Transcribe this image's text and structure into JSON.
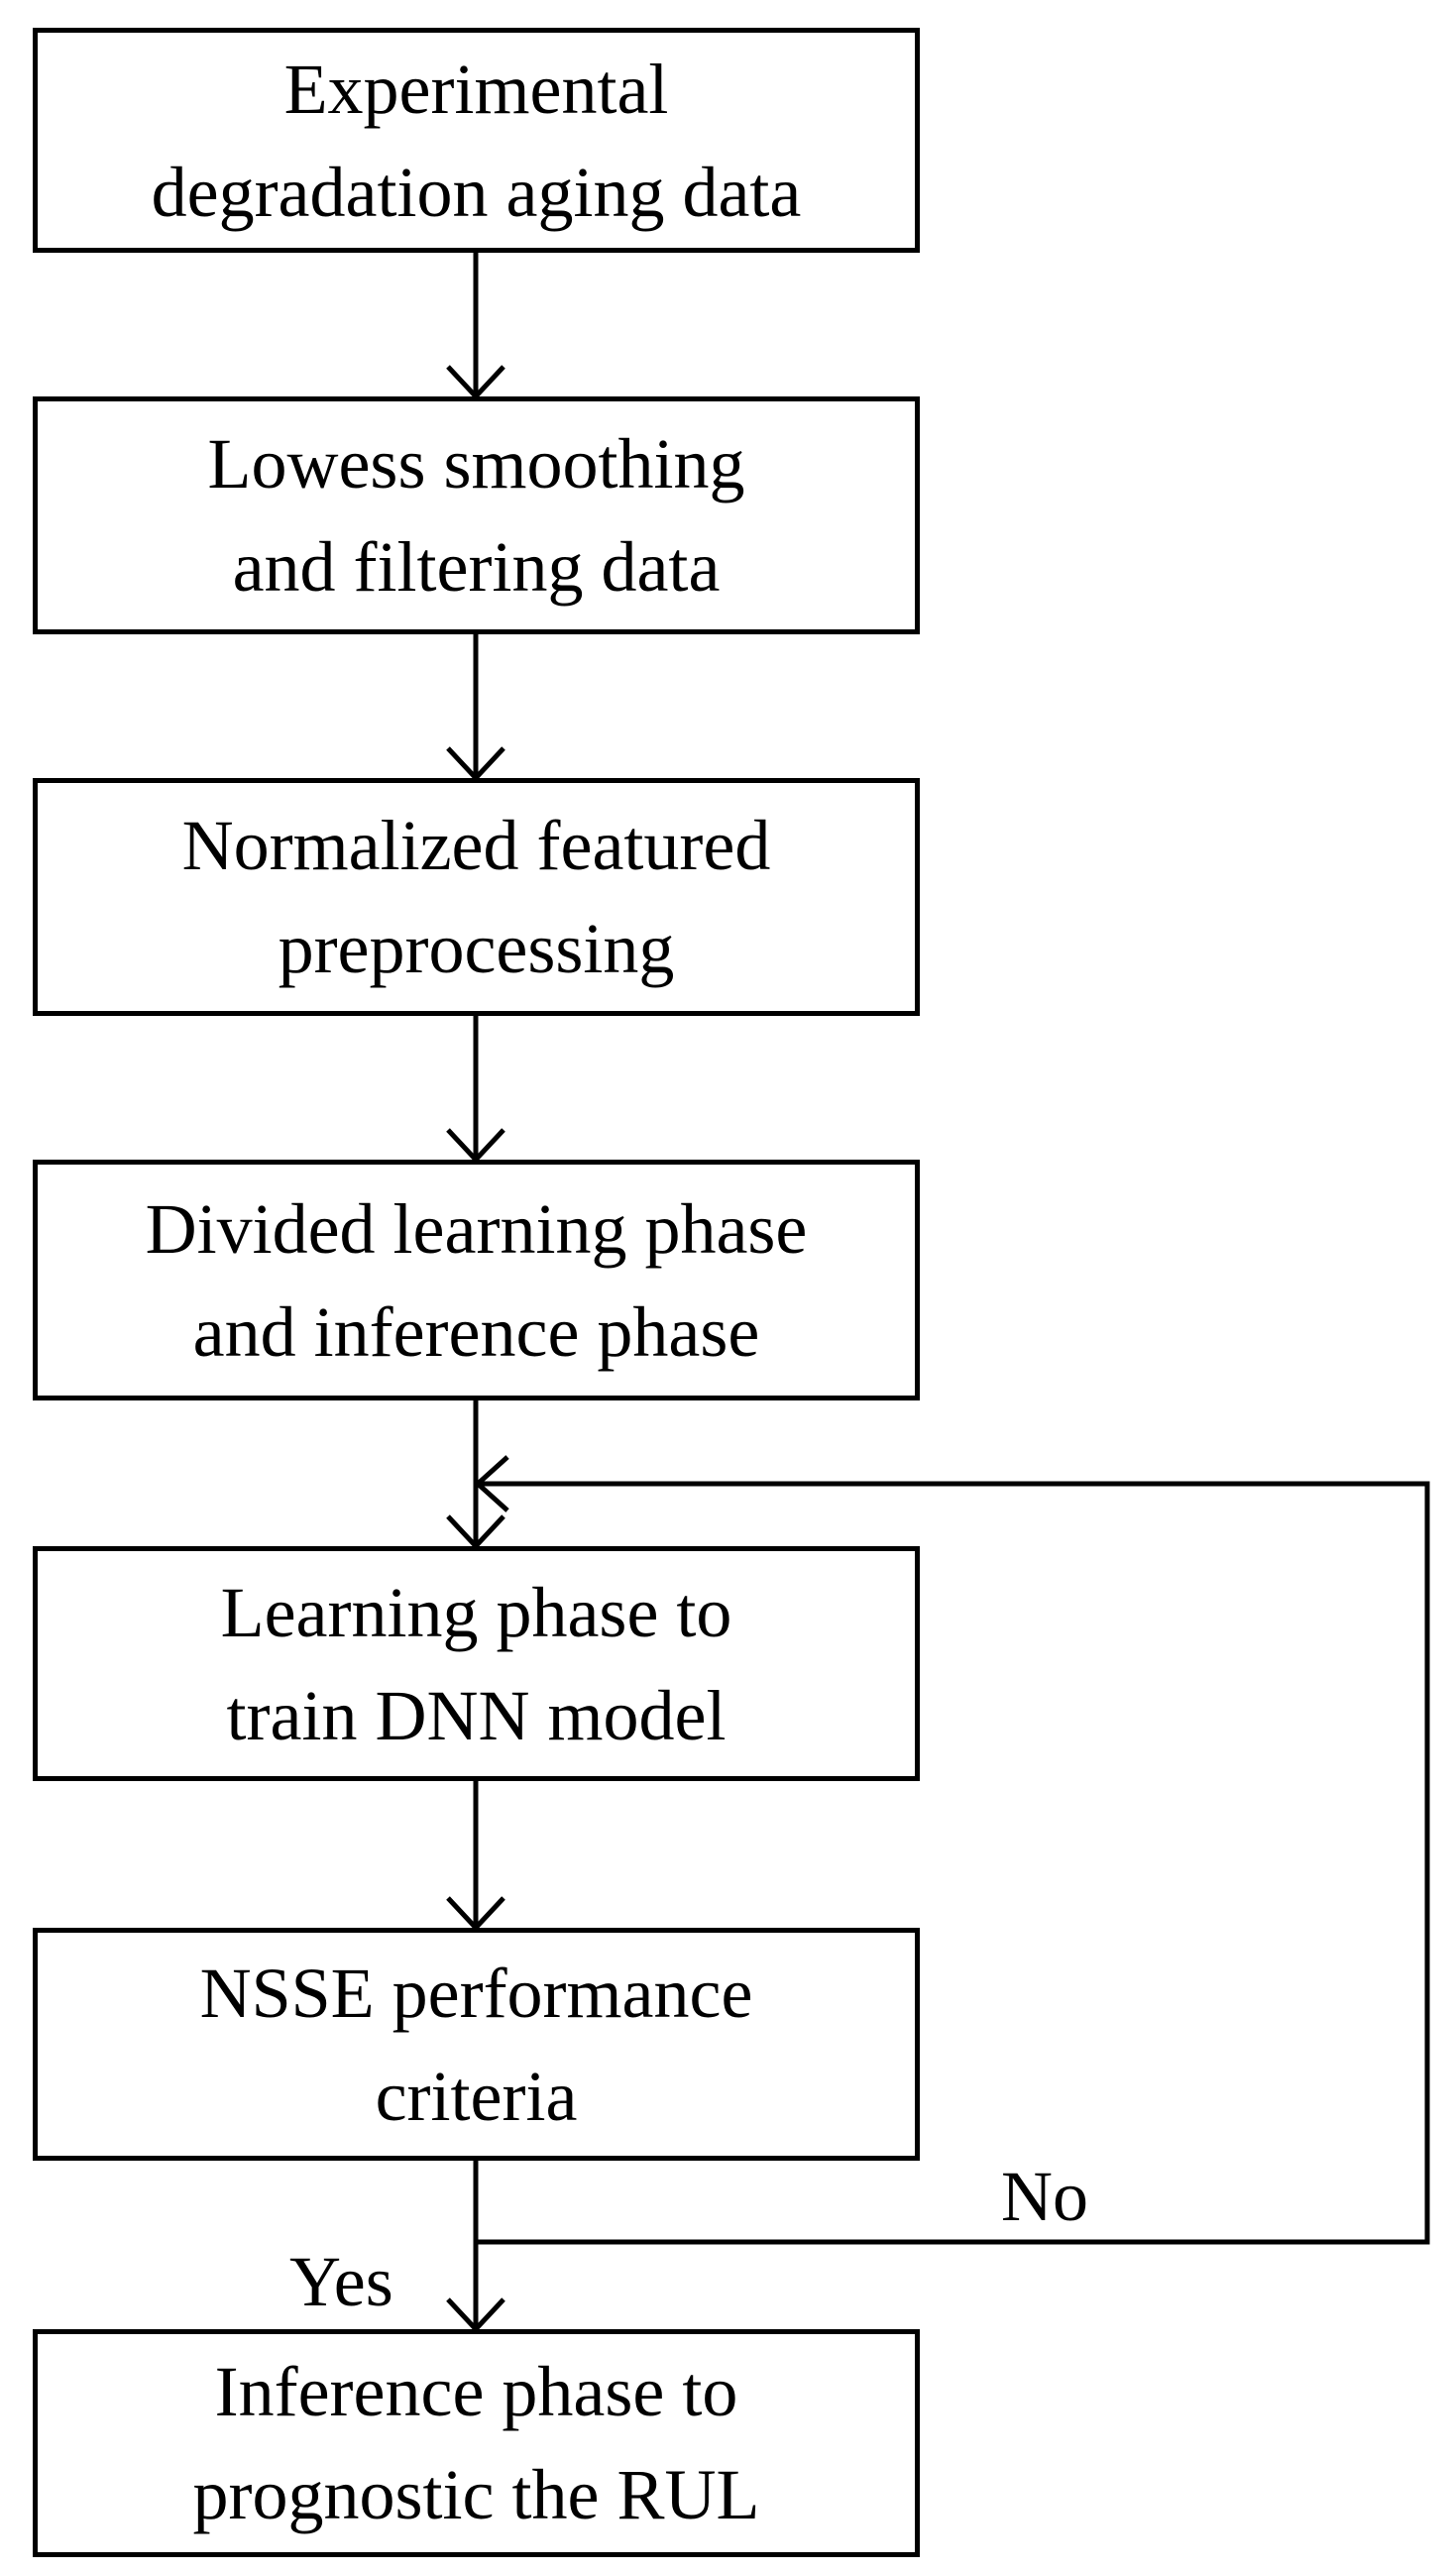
{
  "diagram": {
    "steps": [
      {
        "lines": [
          "Experimental",
          "degradation aging data"
        ]
      },
      {
        "lines": [
          "Lowess  smoothing",
          "and  filtering data"
        ]
      },
      {
        "lines": [
          "Normalized featured",
          "preprocessing"
        ]
      },
      {
        "lines": [
          "Divided learning phase",
          "and  inference phase"
        ]
      },
      {
        "lines": [
          "Learning phase to",
          "train DNN model"
        ]
      },
      {
        "lines": [
          "NSSE performance",
          "criteria"
        ]
      },
      {
        "lines": [
          "Inference phase to",
          "prognostic the RUL"
        ]
      }
    ],
    "decision_labels": {
      "no": "No",
      "yes": "Yes"
    }
  }
}
